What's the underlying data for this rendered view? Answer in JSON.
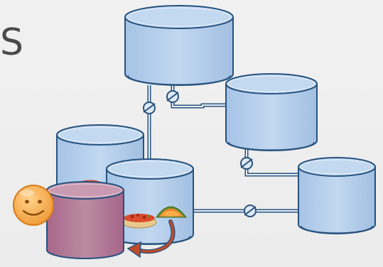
{
  "slide": {
    "heading_fragment": "S"
  },
  "diagram": {
    "nodes": [
      {
        "id": "db-top"
      },
      {
        "id": "db-right-middle"
      },
      {
        "id": "db-back-left"
      },
      {
        "id": "db-front-center"
      },
      {
        "id": "db-far-right"
      },
      {
        "id": "db-user-copy"
      }
    ],
    "edges": [
      {
        "from": "db-top",
        "to": "db-front-center"
      },
      {
        "from": "db-top",
        "to": "db-right-middle"
      },
      {
        "from": "db-right-middle",
        "to": "db-far-right"
      },
      {
        "from": "db-front-center",
        "to": "db-far-right"
      },
      {
        "from": "db-front-center",
        "to": "db-user-copy"
      }
    ],
    "colors": {
      "db_fill": "#b7d0ec",
      "db_stroke": "#27527e",
      "user_db_fill": "#b0758f",
      "user_db_stroke": "#27527e",
      "avatar_fill": "#f4a94a",
      "arrow": "#c14a2a"
    },
    "icons": [
      "smiley-avatar-icon",
      "tomato-bruschetta-icon",
      "cantaloupe-slice-icon"
    ]
  }
}
